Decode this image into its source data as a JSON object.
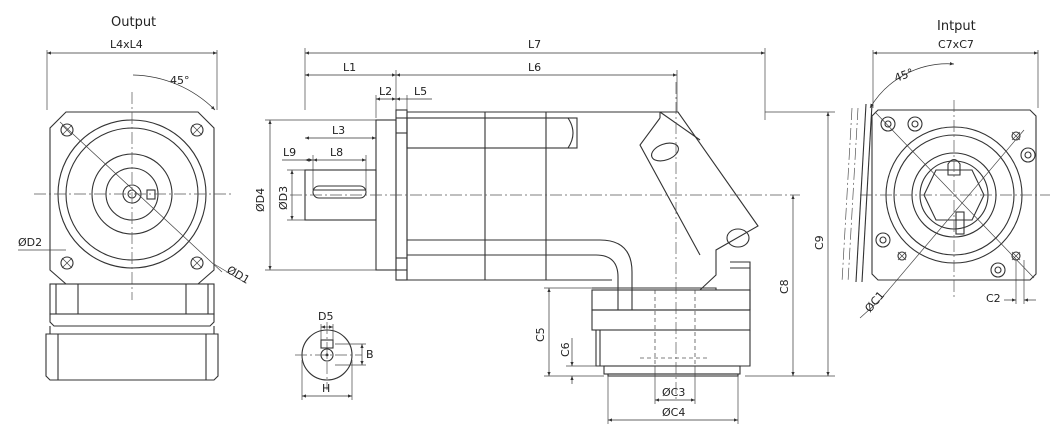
{
  "views": {
    "output": {
      "title": "Output",
      "width_label": "L4xL4",
      "angle_label": "45°",
      "d1": "ØD1",
      "d2": "ØD2"
    },
    "input": {
      "title": "Intput",
      "width_label": "C7xC7",
      "angle_label": "45°",
      "c1": "ØC1",
      "c2": "C2"
    },
    "side": {
      "l7": "L7",
      "l1": "L1",
      "l6": "L6",
      "l2": "L2",
      "l5": "L5",
      "l3": "L3",
      "l9": "L9",
      "l8": "L8",
      "d4": "ØD4",
      "d3": "ØD3",
      "c9": "C9",
      "c8": "C8",
      "c5": "C5",
      "c6": "C6",
      "c3": "ØC3",
      "c4": "ØC4"
    },
    "key": {
      "d5": "D5",
      "b": "B",
      "h": "H"
    }
  }
}
